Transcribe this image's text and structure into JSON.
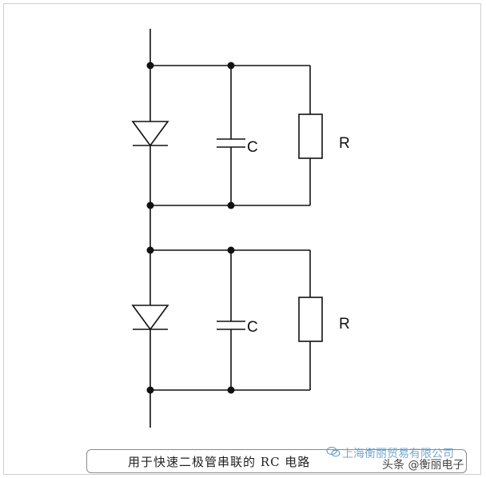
{
  "components": {
    "capacitor_label": "C",
    "resistor_label": "R"
  },
  "caption": "用于快速二极管串联的 RC 电路",
  "watermark": {
    "company": "上海衡丽贸易有限公司",
    "source": "头条 @衡丽电子"
  },
  "colors": {
    "line": "#111111",
    "watermark": "#6aa0c8"
  }
}
